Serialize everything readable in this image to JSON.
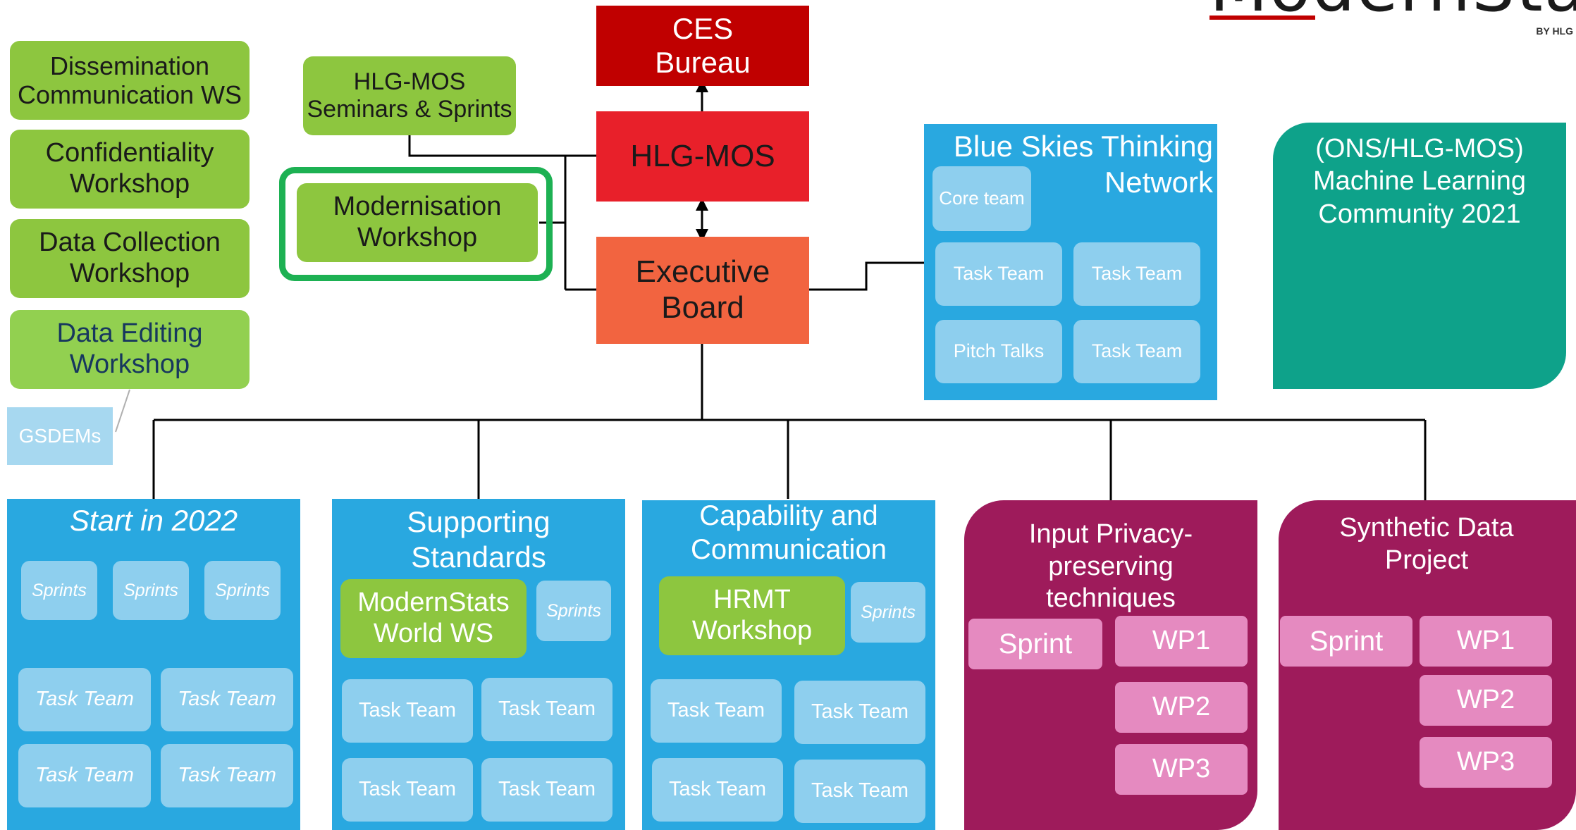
{
  "logo": {
    "text": "ModernStats",
    "byline": "BY HLG"
  },
  "governance": {
    "ces_bureau": "CES\nBureau",
    "hlg_mos": "HLG-MOS",
    "executive_board": "Executive\nBoard"
  },
  "left_workshops": [
    "Dissemination\nCommunication WS",
    "Confidentiality\nWorkshop",
    "Data Collection\nWorkshop",
    "Data Editing\nWorkshop"
  ],
  "gsdems": "GSDEMs",
  "seminars": "HLG-MOS\nSeminars & Sprints",
  "modernisation_workshop": "Modernisation\nWorkshop",
  "blue_skies": {
    "title": "Blue Skies Thinking\nNetwork",
    "items": [
      "Core team",
      "Task Team",
      "Task Team",
      "Pitch Talks",
      "Task Team"
    ]
  },
  "ml_community": "(ONS/HLG-MOS)\nMachine Learning\nCommunity 2021",
  "projects": {
    "start2022": {
      "title": "Start in 2022",
      "sprints": [
        "Sprints",
        "Sprints",
        "Sprints"
      ],
      "task_teams": [
        "Task Team",
        "Task Team",
        "Task Team",
        "Task Team"
      ]
    },
    "supporting": {
      "title": "Supporting\nStandards",
      "workshop": "ModernStats\nWorld WS",
      "sprint": "Sprints",
      "task_teams": [
        "Task Team",
        "Task Team",
        "Task Team",
        "Task Team"
      ]
    },
    "capability": {
      "title": "Capability and\nCommunication",
      "workshop": "HRMT\nWorkshop",
      "sprint": "Sprints",
      "task_teams": [
        "Task Team",
        "Task Team",
        "Task Team",
        "Task Team"
      ]
    },
    "privacy": {
      "title": "Input Privacy-\npreserving\ntechniques",
      "sprint": "Sprint",
      "wps": [
        "WP1",
        "WP2",
        "WP3"
      ]
    },
    "synthetic": {
      "title": "Synthetic Data\nProject",
      "sprint": "Sprint",
      "wps": [
        "WP1",
        "WP2",
        "WP3"
      ]
    }
  },
  "colors": {
    "ces_red": "#c00000",
    "hlg_red": "#e8202a",
    "exec_orange": "#f26440",
    "green": "#8dc63f",
    "blue": "#29a8e0",
    "light_blue": "#8ecfee",
    "teal": "#0ea28a",
    "maroon": "#9e1b5b",
    "pink": "#e58ac0"
  }
}
